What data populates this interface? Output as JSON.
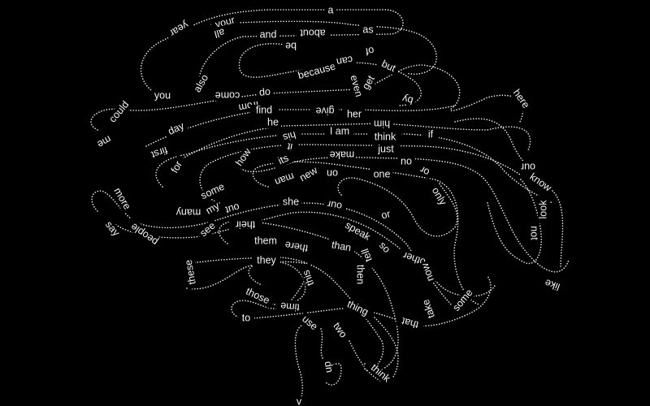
{
  "artwork": {
    "background_color": "#000000",
    "line_color": "#e8e8e8",
    "words": [
      "a",
      "year",
      "your",
      "all",
      "and",
      "about",
      "as",
      "be",
      "of",
      "but",
      "because",
      "can",
      "even",
      "get",
      "by",
      "here",
      "could",
      "you",
      "also",
      "come",
      "do",
      "from",
      "find",
      "give",
      "her",
      "him",
      "he",
      "his",
      "I am",
      "think",
      "if",
      "just",
      "make",
      "no",
      "day",
      "first",
      "me",
      "it",
      "how",
      "its",
      "for",
      "our",
      "know",
      "on",
      "one",
      "or",
      "some",
      "man",
      "new",
      "only",
      "look",
      "more",
      "many",
      "my",
      "out",
      "she",
      "our",
      "or",
      "not",
      "say",
      "people",
      "see",
      "their",
      "speak",
      "so",
      "other",
      "them",
      "than",
      "tell",
      "there",
      "they",
      "then",
      "now",
      "like",
      "these",
      "this",
      "those",
      "time",
      "to",
      "thing",
      "that",
      "take",
      "some",
      "use",
      "two",
      "up",
      "think",
      "v"
    ]
  }
}
